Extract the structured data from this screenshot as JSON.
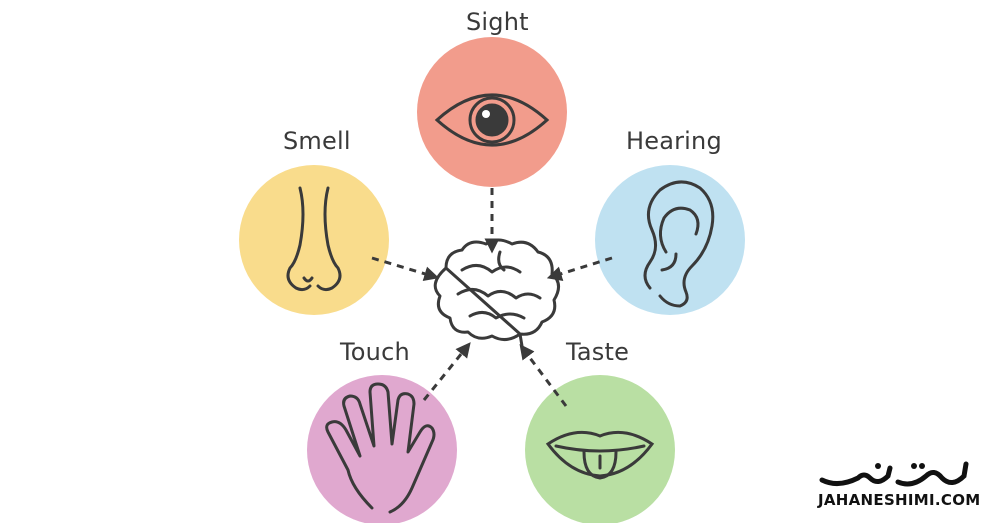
{
  "senses": [
    {
      "key": "sight",
      "label": "Sight",
      "color": "#f29c8c"
    },
    {
      "key": "smell",
      "label": "Smell",
      "color": "#f9dc8c"
    },
    {
      "key": "hearing",
      "label": "Hearing",
      "color": "#bfe1f1"
    },
    {
      "key": "touch",
      "label": "Touch",
      "color": "#e0a8cf"
    },
    {
      "key": "taste",
      "label": "Taste",
      "color": "#b9dfa3"
    }
  ],
  "center": {
    "icon": "brain-icon"
  },
  "stroke_color": "#3a3a3a",
  "watermark": {
    "arabic": "جهان شیمی",
    "latin": "JAHANESHIMI.COM",
    "accent": "#e23b3b"
  }
}
